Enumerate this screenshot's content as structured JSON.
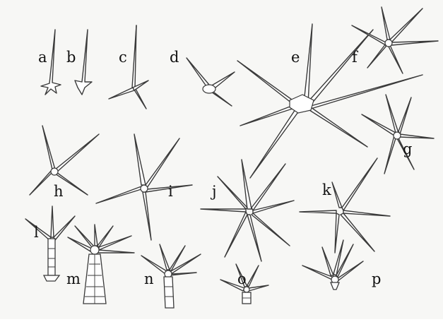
{
  "figure": {
    "labels": [
      "a",
      "b",
      "c",
      "d",
      "e",
      "f",
      "g",
      "h",
      "i",
      "j",
      "k",
      "l",
      "m",
      "n",
      "o",
      "p"
    ]
  }
}
